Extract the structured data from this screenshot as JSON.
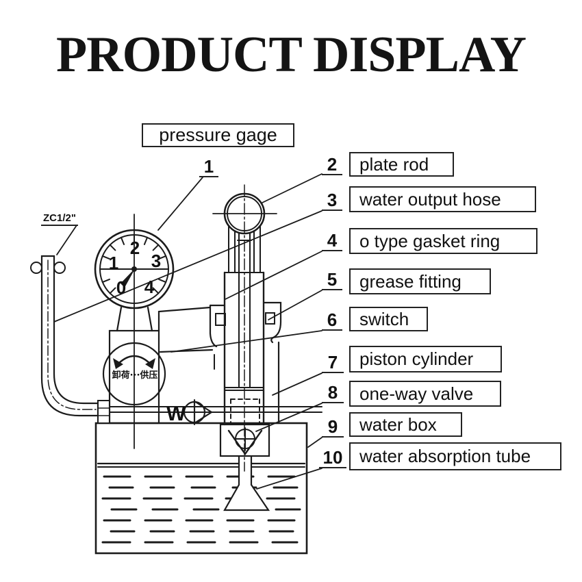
{
  "title": "PRODUCT DISPLAY",
  "colors": {
    "ink": "#1b1b1b",
    "paper": "#ffffff"
  },
  "callouts": {
    "pressure_gage": {
      "num": "1",
      "label": "pressure gage"
    },
    "items": [
      {
        "num": "2",
        "label": "plate rod"
      },
      {
        "num": "3",
        "label": "water output hose"
      },
      {
        "num": "4",
        "label": "o type gasket ring"
      },
      {
        "num": "5",
        "label": "grease fitting"
      },
      {
        "num": "6",
        "label": "switch"
      },
      {
        "num": "7",
        "label": "piston cylinder"
      },
      {
        "num": "8",
        "label": "one-way valve"
      },
      {
        "num": "9",
        "label": "water box"
      },
      {
        "num": "10",
        "label": "water absorption tube"
      }
    ]
  },
  "diagram": {
    "thread_label": "ZC1/2\"",
    "w_label": "W",
    "rotation_label": "卸荷···供压",
    "gauge_digits": [
      "0",
      "1",
      "2",
      "3",
      "4"
    ]
  }
}
